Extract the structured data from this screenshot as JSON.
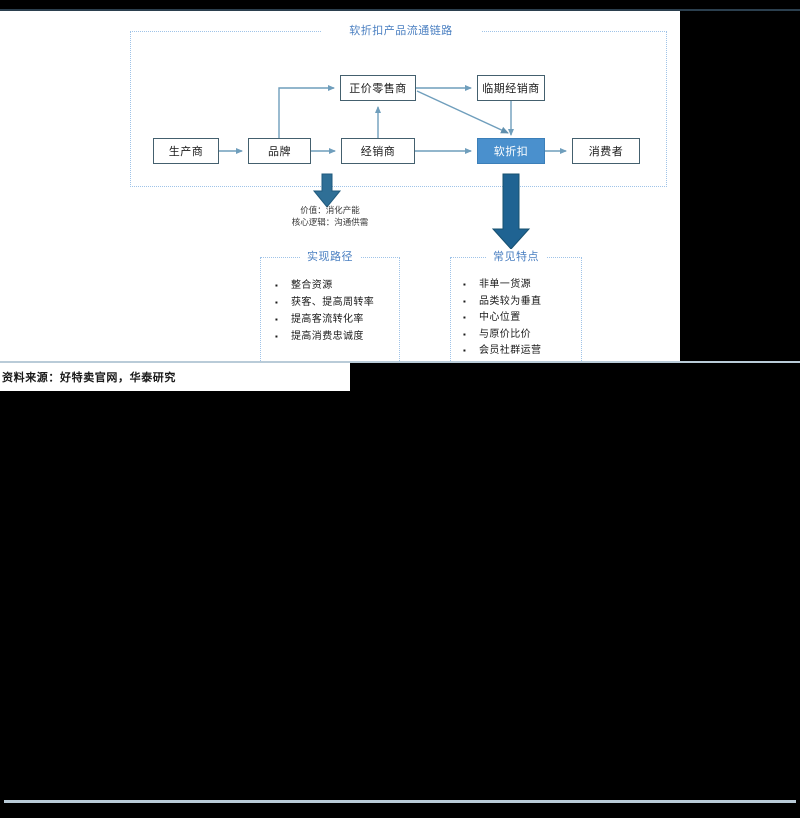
{
  "figure": {
    "title": "软折扣产品流通链路",
    "nodes": [
      {
        "id": "producer",
        "label": "生产商",
        "accent": false
      },
      {
        "id": "brand",
        "label": "品牌",
        "accent": false
      },
      {
        "id": "dealer",
        "label": "经销商",
        "accent": false
      },
      {
        "id": "softdisc",
        "label": "软折扣",
        "accent": true
      },
      {
        "id": "consumer",
        "label": "消费者",
        "accent": false
      },
      {
        "id": "retailer",
        "label": "正价零售商",
        "accent": false
      },
      {
        "id": "nearexp",
        "label": "临期经销商",
        "accent": false
      }
    ],
    "annotation": {
      "line1": "价值：消化产能",
      "line2": "核心逻辑：沟通供需"
    },
    "cards": [
      {
        "id": "path",
        "title": "实现路径",
        "items": [
          "整合资源",
          "获客、提高周转率",
          "提高客流转化率",
          "提高消费忠诚度"
        ]
      },
      {
        "id": "feature",
        "title": "常见特点",
        "items": [
          "非单一货源",
          "品类较为垂直",
          "中心位置",
          "与原价比价",
          "会员社群运营"
        ]
      }
    ]
  },
  "footer": {
    "source": "资料来源：好特卖官网，华泰研究"
  },
  "colors": {
    "accent_fill": "#4a90cd",
    "node_border": "#44606e",
    "connector": "#6f9ebc",
    "big_arrow": "#1f6392",
    "dotted_border": "#9fc3e8",
    "title_text": "#4a7fc1",
    "rule": "#b9cbd8",
    "page_bg": "#000000",
    "panel_bg": "#ffffff"
  }
}
